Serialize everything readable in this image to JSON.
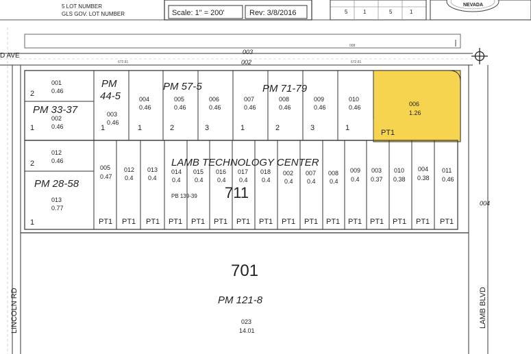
{
  "header": {
    "legend_lot": "5  LOT NUMBER",
    "legend_gov": "GLS  GOV. LOT NUMBER",
    "scale": "Scale: 1\" = 200'",
    "rev": "Rev: 3/8/2016",
    "grid_1": "5",
    "grid_2": "1",
    "grid_3": "5",
    "grid_4": "1",
    "seal_text": "NEVADA"
  },
  "streets": {
    "top_avenue": "D AVE",
    "left_road": "LINCOLN RD",
    "right_blvd": "LAMB BLVD",
    "street_003": "003",
    "street_002": "002",
    "street_004": "004"
  },
  "upper_blocks": {
    "pm_33_37": "PM 33-37",
    "pm_44_5a": "PM",
    "pm_44_5b": "44-5",
    "pm_57_5": "PM 57-5",
    "pm_71_79": "PM 71-79",
    "parcels": [
      {
        "apn": "001",
        "area": "0.46"
      },
      {
        "apn": "002",
        "area": "0.46"
      },
      {
        "apn": "003",
        "area": "0.46"
      },
      {
        "apn": "004",
        "area": "0.46"
      },
      {
        "apn": "005",
        "area": "0.46"
      },
      {
        "apn": "006",
        "area": "0.46"
      },
      {
        "apn": "007",
        "area": "0.46"
      },
      {
        "apn": "008",
        "area": "0.46"
      },
      {
        "apn": "009",
        "area": "0.46"
      },
      {
        "apn": "010",
        "area": "0.46"
      }
    ],
    "lots": [
      "2",
      "1",
      "1",
      "1",
      "2",
      "3",
      "1",
      "2",
      "3",
      "1"
    ],
    "highlight": {
      "apn": "006",
      "area": "1.26",
      "pt": "PT1"
    }
  },
  "middle_block": {
    "title": "LAMB TECHNOLOGY CENTER",
    "book": "711",
    "pb": "PB 139-39",
    "pm_28_58": "PM 28-58",
    "left_parcels": [
      {
        "apn": "012",
        "area": "0.46",
        "lot": "2"
      },
      {
        "apn": "013",
        "area": "0.77",
        "lot": "1"
      }
    ],
    "parcels": [
      {
        "apn": "005",
        "area": "0.47"
      },
      {
        "apn": "012",
        "area": "0.4"
      },
      {
        "apn": "013",
        "area": "0.4"
      },
      {
        "apn": "014",
        "area": "0.4"
      },
      {
        "apn": "015",
        "area": "0.4"
      },
      {
        "apn": "016",
        "area": "0.4"
      },
      {
        "apn": "017",
        "area": "0.4"
      },
      {
        "apn": "018",
        "area": "0.4"
      },
      {
        "apn": "002",
        "area": "0.4"
      },
      {
        "apn": "007",
        "area": "0.4"
      },
      {
        "apn": "008",
        "area": "0.4"
      },
      {
        "apn": "009",
        "area": "0.4"
      },
      {
        "apn": "003",
        "area": "0.37"
      },
      {
        "apn": "010",
        "area": "0.38"
      },
      {
        "apn": "004",
        "area": "0.38"
      },
      {
        "apn": "011",
        "area": "0.46"
      }
    ],
    "pt_label": "PT1"
  },
  "lower_block": {
    "book": "701",
    "pm": "PM 121-8",
    "apn": "023",
    "area": "14.01"
  },
  "colors": {
    "highlight_fill": "#f7d44f",
    "line": "#333333",
    "background": "#ffffff"
  }
}
